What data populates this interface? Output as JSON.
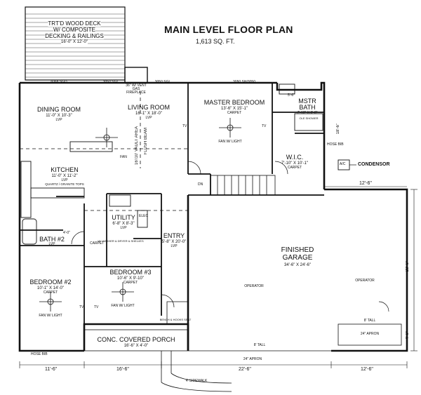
{
  "header": {
    "title": "MAIN LEVEL FLOOR PLAN",
    "area": "1,613 SQ. FT."
  },
  "deck": {
    "line1": "TRT'D WOOD DECK",
    "line2": "W/ COMPOSITE",
    "line3": "DECKING & RAILINGS",
    "size": "16'-0\" X 12'-0\""
  },
  "rooms": {
    "dining": {
      "name": "DINING ROOM",
      "size": "11'-0\" X 10'-3\"",
      "floor": "LVP"
    },
    "living": {
      "name": "LIVING ROOM",
      "size": "16'-1\" X 18'-0\"",
      "floor": "LVP"
    },
    "master": {
      "name": "MASTER BEDROOM",
      "size": "13'-6\" X 15'-1\"",
      "floor": "CARPET"
    },
    "mstr_bath": {
      "name1": "MSTR",
      "name2": "BATH",
      "size": "7'-10\" X 8'-8\"",
      "floor": "LVP"
    },
    "wic": {
      "name": "W.I.C.",
      "size": "7'-10\" X 10'-1\"",
      "floor": "CARPET"
    },
    "kitchen": {
      "name": "KITCHEN",
      "size": "11'-0\" X 11'-2\"",
      "floor": "LVP",
      "tops": "QUARTZ / GRANITE TOPS"
    },
    "utility": {
      "name": "UTILITY",
      "size": "6'-8\" X 8'-3\"",
      "floor": "LVP"
    },
    "entry": {
      "name": "ENTRY",
      "size": "5'-8\" X 20'-0\"",
      "floor": "LVP"
    },
    "bath2": {
      "name": "BATH #2",
      "floor": "LVP"
    },
    "bed2": {
      "name": "BEDROOM #2",
      "size": "10'-1\" X 14'-0\"",
      "floor": "CARPET"
    },
    "bed3": {
      "name": "BEDROOM #3",
      "size": "10'-6\" X 9'-10\"",
      "floor": "CARPET"
    },
    "garage": {
      "name1": "FINISHED",
      "name2": "GARAGE",
      "size": "34'-6\" X 24'-6\""
    },
    "porch": {
      "name": "CONC. COVERED PORCH",
      "size": "16'-6\" X 4'-0\""
    }
  },
  "labels": {
    "condensor": "CONDENSOR",
    "ac": "A/C",
    "fan": "FAN",
    "fan_light": "FAN W/ LIGHT",
    "operator": "OPERATOR",
    "carpet": "CARPET",
    "lvp": "LVP",
    "tv": "TV",
    "tall8": "8' TALL",
    "apron24": "24\" APRON",
    "sidewalk": "4' SIDEWALK",
    "hose_bib": "HOSE BIB",
    "dn": "DN",
    "elec": "ELEC",
    "fireplace": "36\" W/ VENT GAS FIREPLACE",
    "vault_area": "16'/10' VAULT AREA",
    "flush_beam": "FLUSH BEAM",
    "shower": "OLE SHOWER",
    "shelves": "W/ WASHER & DRYER & SHELVES",
    "bench": "BENCH & HOOKS SEAT",
    "window_3050": "3050 SGL",
    "window_6068": "6068 SGD",
    "window_2030": "2030 SH",
    "window_3050_b": "3050 SH/3050"
  },
  "dimensions": {
    "bottom": [
      "11'-6\"",
      "16'-6\"",
      "22'-6\"",
      "12'-6\""
    ],
    "top_right": "12'-6\"",
    "right_side": "28'-6\"",
    "right_side2": "18'-6\"",
    "right_low": "4'-0\"",
    "misc_5_6": "5'-6\"",
    "misc_4_0": "4'-0\""
  }
}
